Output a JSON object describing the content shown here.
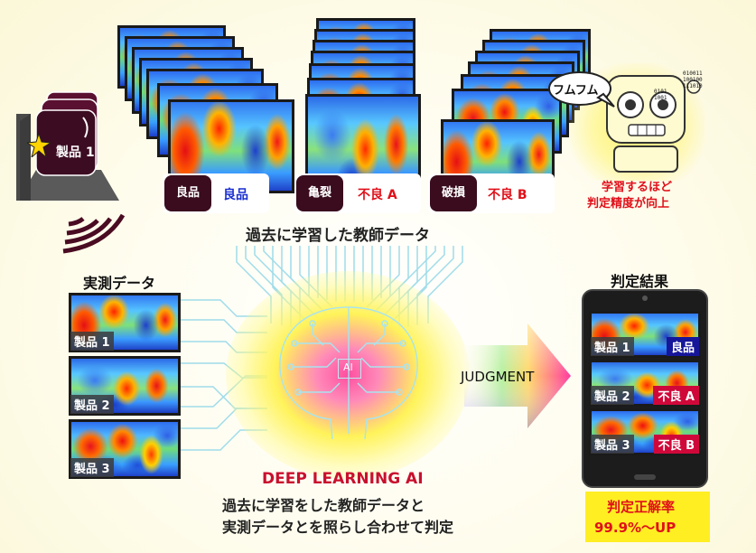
{
  "product_box": {
    "label": "製品 1"
  },
  "teacher_stacks": [
    {
      "tag": "良品",
      "result": "良品",
      "result_color": "#1a2fd0"
    },
    {
      "tag": "亀裂",
      "result": "不良 A",
      "result_color": "#e0101a"
    },
    {
      "tag": "破損",
      "result": "不良 B",
      "result_color": "#e0101a"
    }
  ],
  "teacher_caption": "過去に学習した教師データ",
  "robot": {
    "speech": "フムフム",
    "binary_lines": [
      "0101",
      "1001"
    ],
    "binary_lines_right": [
      "010011",
      "100100",
      "111010"
    ],
    "caption_line1": "学習するほど",
    "caption_line2": "判定精度が向上"
  },
  "measured": {
    "title": "実測データ",
    "items": [
      "製品 1",
      "製品 2",
      "製品 3"
    ]
  },
  "brain": {
    "chip_label": "AI"
  },
  "arrow": {
    "label": "JUDGMENT"
  },
  "results": {
    "title": "判定結果",
    "rows": [
      {
        "product": "製品 1",
        "verdict": "良品",
        "verdict_bg": "#16169a"
      },
      {
        "product": "製品 2",
        "verdict": "不良 A",
        "verdict_bg": "#d0083a"
      },
      {
        "product": "製品 3",
        "verdict": "不良 B",
        "verdict_bg": "#d0083a"
      }
    ]
  },
  "deep_learning": {
    "title": "DEEP LEARNING AI",
    "desc_line1": "過去に学習をした教師データと",
    "desc_line2": "実測データとを照らし合わせて判定"
  },
  "accuracy": {
    "line1": "判定正解率",
    "line2": "99.9%～UP"
  },
  "colors": {
    "accent_red": "#e0101a",
    "tag_dark": "#3a0c1e",
    "accuracy_bg": "#ffee22"
  }
}
